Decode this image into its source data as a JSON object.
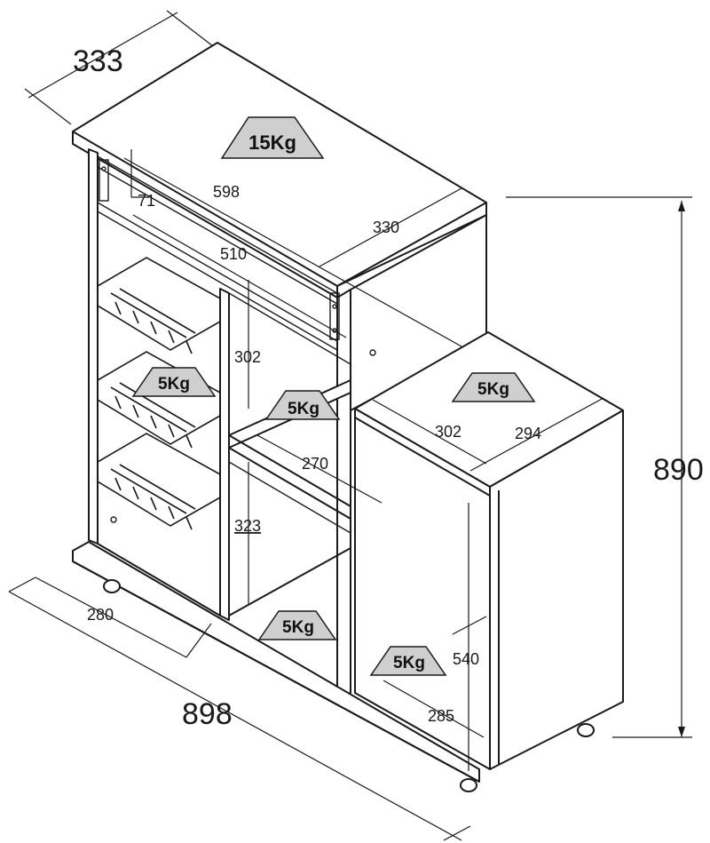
{
  "dimensions": {
    "depth_top": "333",
    "height_total": "890",
    "width_total": "898",
    "inner_width_top": "598",
    "drawer_height": "71",
    "top_depth": "330",
    "shelf_width": "510",
    "compartment_height_upper": "302",
    "compartment_height_lower": "323",
    "shelf_depth": "270",
    "basket_depth": "280",
    "side_top_width": "302",
    "side_top_depth": "294",
    "side_height": "540",
    "side_depth": "285"
  },
  "loads": {
    "top": "15Kg",
    "basket": "5Kg",
    "middle_shelf": "5Kg",
    "side_top": "5Kg",
    "bottom_shelf": "5Kg",
    "side_bottom": "5Kg"
  }
}
